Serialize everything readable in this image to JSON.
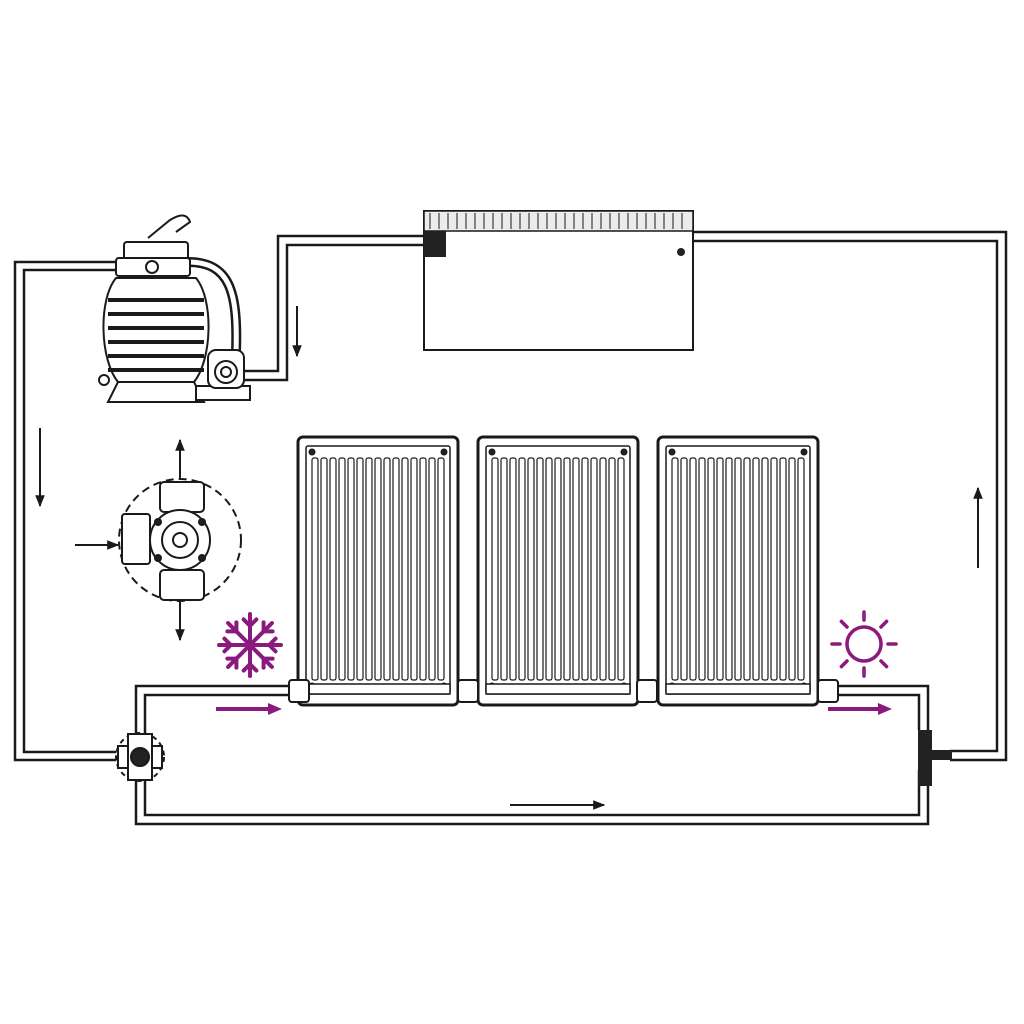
{
  "diagram": {
    "colors": {
      "line": "#1a1a1a",
      "fill": "#ffffff",
      "accent": "#8b1a7e",
      "tank": "#ececec",
      "dark": "#222222"
    },
    "components": {
      "sand_filter": "sand-filter-pump",
      "pool": "pool-basin",
      "solar_panels": 3,
      "bypass_valve": "three-way-valve",
      "valve_detail": "valve-detail-callout"
    },
    "icons": {
      "cold": "snowflake-icon",
      "hot": "sun-icon"
    },
    "flow": [
      "pool",
      "sand-filter-pump",
      "three-way-valve",
      "solar-panels",
      "pool"
    ]
  }
}
